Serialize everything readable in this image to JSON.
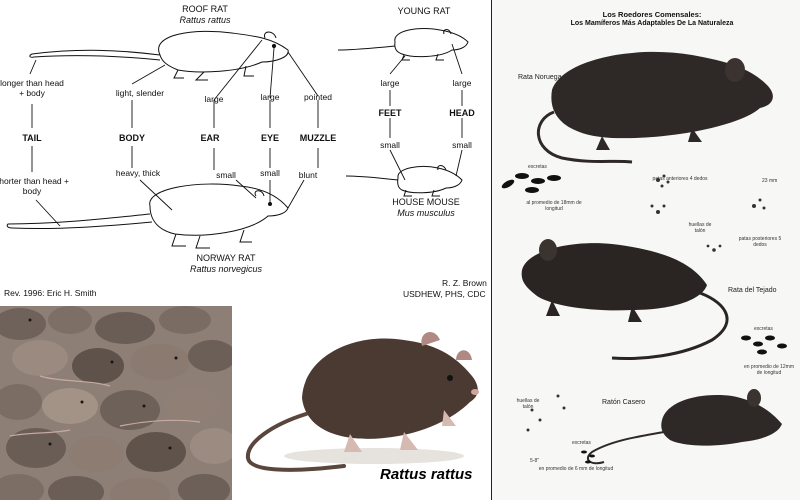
{
  "diagram": {
    "roof_rat": {
      "name": "ROOF RAT",
      "species": "Rattus rattus"
    },
    "young_rat": "YOUNG RAT",
    "norway_rat": {
      "name": "NORWAY RAT",
      "species": "Rattus norvegicus"
    },
    "house_mouse": {
      "name": "HOUSE MOUSE",
      "species": "Mus musculus"
    },
    "tail": {
      "label": "TAIL",
      "top": "longer than head + body",
      "bottom": "shorter than head + body"
    },
    "body": {
      "label": "BODY",
      "top": "light, slender",
      "bottom": "heavy, thick"
    },
    "ear": {
      "label": "EAR",
      "top": "large",
      "bottom": "small"
    },
    "eye": {
      "label": "EYE",
      "top": "large",
      "bottom": "small"
    },
    "muzzle": {
      "label": "MUZZLE",
      "top": "pointed",
      "bottom": "blunt"
    },
    "feet": {
      "label": "FEET",
      "top": "large",
      "bottom": "small"
    },
    "head": {
      "label": "HEAD",
      "top": "large",
      "bottom": "small"
    },
    "credit_left": "Rev. 1996: Eric H. Smith",
    "credit_right_1": "R. Z. Brown",
    "credit_right_2": "USDHEW, PHS, CDC"
  },
  "poster": {
    "title_1": "Los Roedores Comensales:",
    "title_2": "Los Mamíferos Más Adaptables De La Naturaleza",
    "rat_1": "Rata Noruega",
    "rat_2": "Rata del Tejado",
    "rat_3": "Ratón Casero",
    "notes": [
      "excretas",
      "al promedio de 18mm de longitud",
      "patas anteriores 4 dedos",
      "23 mm",
      "huellas de talón",
      "patas posteriores 5 dedos",
      "excretas",
      "en promedio de 12mm de longitud",
      "huellas de talón",
      "excretas",
      "5-8\"",
      "en promedio de 6 mm de longitud"
    ]
  },
  "illustration": {
    "caption": "Rattus rattus"
  },
  "colors": {
    "ink": "#111111",
    "rat_dark": "#3b3330",
    "rat_brown": "#4a3a32",
    "photo_bg": "#8d7f76"
  }
}
